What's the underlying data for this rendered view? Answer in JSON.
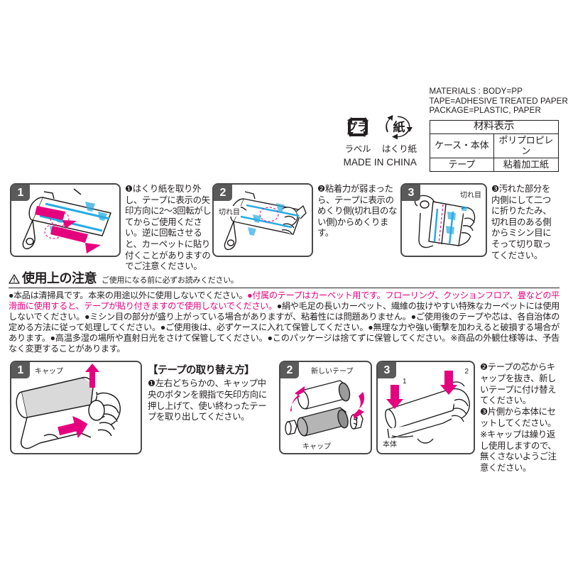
{
  "materials": {
    "recycle_marks": [
      {
        "icon": "plastic-recycle-icon",
        "label": "ラベル"
      },
      {
        "icon": "paper-recycle-icon",
        "label": "はくり紙"
      }
    ],
    "made_in": "MADE IN CHINA",
    "english_lines": [
      "MATERIALS : BODY=PP",
      "TAPE=ADHESIVE TREATED PAPER",
      "PACKAGE=PLASTIC, PAPER"
    ],
    "table": {
      "header": "材料表示",
      "rows": [
        {
          "name": "ケース・本体",
          "value": "ポリプロピレン"
        },
        {
          "name": "テープ",
          "value": "粘着加工紙"
        }
      ]
    }
  },
  "usage_steps": [
    {
      "number": "1",
      "callouts": [],
      "text": "❶はくり紙を取り外し、テープに表示の矢印方向に2〜3回転がしてからご使用ください。逆に回転させると、カーペットに貼り付くことがありますのでご注意ください。"
    },
    {
      "number": "2",
      "callouts": [
        "切れ目"
      ],
      "text": "❷粘着力が弱まったら、テープに表示のめくり側(切れ目のない側)からめくります。"
    },
    {
      "number": "3",
      "callouts": [
        "切れ目"
      ],
      "text": "❸汚れた部分を内側にして二つに折りたたみ、切れ目のある側からミシン目にそって切り取ってください。"
    }
  ],
  "caution": {
    "icon": "warning-triangle-icon",
    "title": "使用上の注意",
    "subtitle": "ご使用になる前に必ずお読みください。",
    "segments": [
      {
        "text": "●本品は清掃具です。本来の用途以外に使用しないでください。",
        "color": "black"
      },
      {
        "text": "●付属のテープはカーペット用です。フローリング、クッションフロア、畳などの平滑面に使用すると、テープが貼り付きますので使用しないでください。",
        "color": "pink"
      },
      {
        "text": "●絹や毛足の長いカーペット、繊維の抜けやすい特殊なカーペットには使用しないでください。●ミシン目の部分が盛り上がっている場合がありますが、粘着性には問題ありません。●ご使用後のテープや芯は、各自治体の定める方法に従って処理してください。●ご使用後は、必ずケースに入れて保管してください。●無理な力や強い衝撃を加わえると破損する場合があります。●高温多湿の場所や直射日光をさけて保管してください。●このパッケージは捨てずに保管してください。※商品の外観仕様等は、予告なく変更することがあります。",
        "color": "black"
      }
    ]
  },
  "replacement": {
    "heading": "【テープの取り替え方】",
    "figures": [
      {
        "number": "1",
        "callouts": [
          "キャップ"
        ]
      },
      {
        "number": "2",
        "callouts": [
          "新しいテープ",
          "キャップ"
        ]
      },
      {
        "number": "3",
        "callouts": [
          "本体",
          "1",
          "2"
        ]
      }
    ],
    "text_left": "❶左右どちらかの、キャップ中央のボタンを親指で矢印方向に押し上げて、使い終わったテープを取り出してください。",
    "text_right": "❷テープの芯からキャップを抜き、新しいテープに付け替えてください。\n❸片側から本体にセットしてください。\n※キャップは繰り返し使用しますので、無くさないようご注意ください。"
  },
  "colors": {
    "pink": "#e5007e",
    "cyan": "#29abe2",
    "gray_badge": "#5a5a5a",
    "outline": "#4a4a4a",
    "text": "#231f20"
  }
}
